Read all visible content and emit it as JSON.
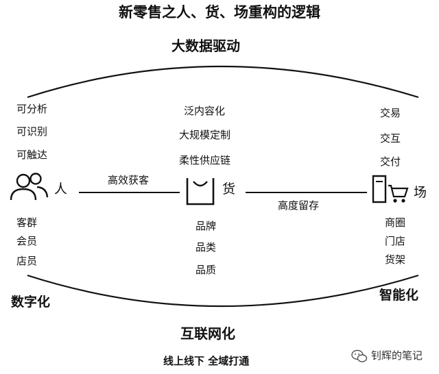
{
  "title": "新零售之人、货、场重构的逻辑",
  "top_banner": "大数据驱动",
  "bottom_banner": "互联网化",
  "bottom_caption": "线上线下 全域打通",
  "left_side": "数字化",
  "right_side": "智能化",
  "nodes": {
    "person": {
      "label": "人",
      "above": [
        "可分析",
        "可识别",
        "可触达"
      ],
      "below": [
        "客群",
        "会员",
        "店员"
      ]
    },
    "goods": {
      "label": "货",
      "above": [
        "泛内容化",
        "大规模定制",
        "柔性供应链"
      ],
      "below": [
        "品牌",
        "品类",
        "品质"
      ]
    },
    "place": {
      "label": "场",
      "above": [
        "交易",
        "交互",
        "交付"
      ],
      "below": [
        "商圈",
        "门店",
        "货架"
      ]
    }
  },
  "links": {
    "person_goods": "高效获客",
    "goods_place": "高度留存"
  },
  "watermark": "钊辉的笔记",
  "colors": {
    "ink": "#111111",
    "background": "#ffffff",
    "watermark": "#333333"
  }
}
